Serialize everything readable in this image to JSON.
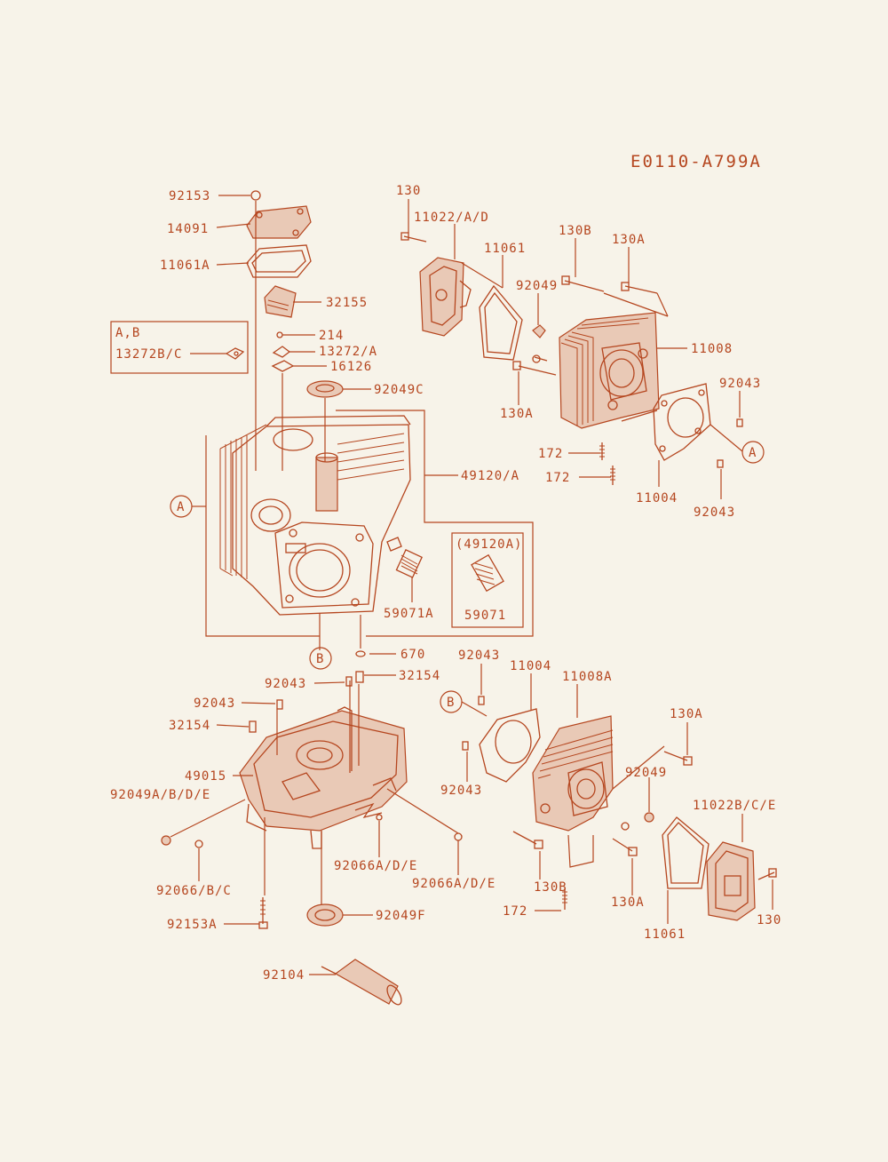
{
  "diagram_code": "E0110-A799A",
  "labels": {
    "l92153": "92153",
    "l14091": "14091",
    "l11061A": "11061A",
    "l32155": "32155",
    "lAB": "A,B",
    "l13272BC": "13272B/C",
    "l214": "214",
    "l13272A": "13272/A",
    "l16126": "16126",
    "l92049C": "92049C",
    "l49120A": "49120/A",
    "l59071A": "59071A",
    "l49120Abox": "(49120A)",
    "l59071": "59071",
    "l670": "670",
    "l32154a": "32154",
    "l92043a": "92043",
    "l92043b": "92043",
    "l32154b": "32154",
    "l49015": "49015",
    "l92049ABDE": "92049A/B/D/E",
    "l92066BC": "92066/B/C",
    "l92066ADE1": "92066A/D/E",
    "l92066ADE2": "92066A/D/E",
    "l92153A": "92153A",
    "l92049F": "92049F",
    "l92104": "92104",
    "l130t": "130",
    "l11022AD": "11022/A/D",
    "l11061t": "11061",
    "l130Bt": "130B",
    "l130At": "130A",
    "l92049t": "92049",
    "l11008": "11008",
    "l130Am": "130A",
    "l92043r1": "92043",
    "l172a": "172",
    "l172b": "172",
    "l11004": "11004",
    "l92043r2": "92043",
    "l92043m": "92043",
    "l11004b": "11004",
    "l11008A": "11008A",
    "l130Ab": "130A",
    "l92049b": "92049",
    "l92043c": "92043",
    "l11022BCE": "11022B/C/E",
    "l130Bb": "130B",
    "l130Ab2": "130A",
    "l172c": "172",
    "l11061b": "11061",
    "l130b": "130"
  },
  "callouts": {
    "A1": "A",
    "A2": "A",
    "B1": "B",
    "B2": "B"
  },
  "colors": {
    "line": "#b5461f",
    "background": "#f7f3e9"
  }
}
